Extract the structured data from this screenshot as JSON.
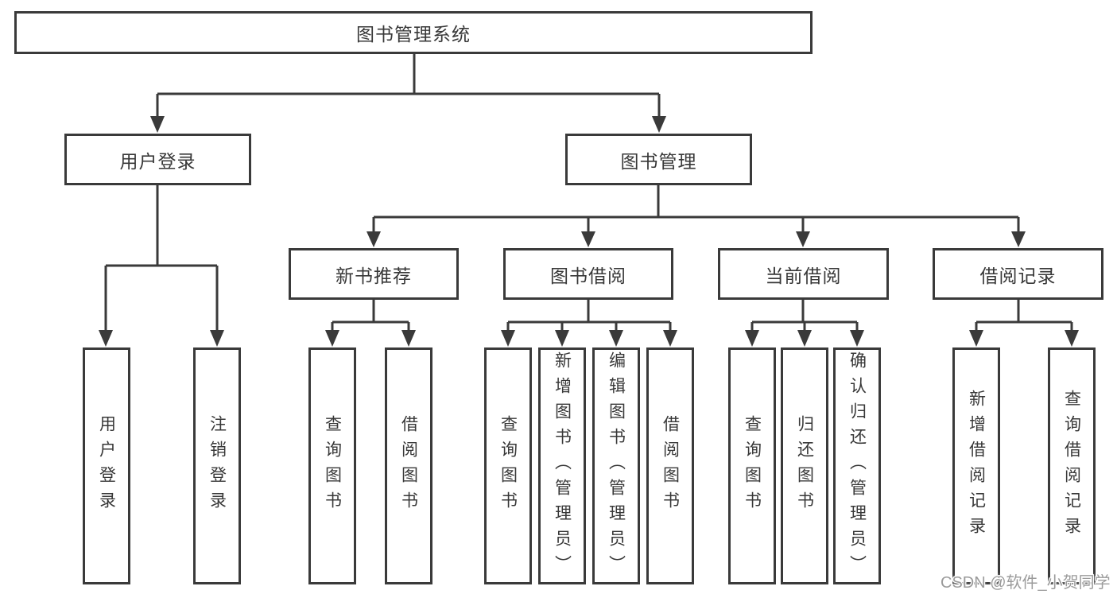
{
  "tree": {
    "root": {
      "label": "图书管理系统"
    },
    "branches": [
      {
        "label": "用户登录",
        "children": [
          {
            "label": "用户登录"
          },
          {
            "label": "注销登录"
          }
        ]
      },
      {
        "label": "图书管理",
        "children": [
          {
            "label": "新书推荐",
            "children": [
              {
                "label": "查询图书"
              },
              {
                "label": "借阅图书"
              }
            ]
          },
          {
            "label": "图书借阅",
            "children": [
              {
                "label": "查询图书"
              },
              {
                "label": "新增图书（管理员）"
              },
              {
                "label": "编辑图书（管理员）"
              },
              {
                "label": "借阅图书"
              }
            ]
          },
          {
            "label": "当前借阅",
            "children": [
              {
                "label": "查询图书"
              },
              {
                "label": "归还图书"
              },
              {
                "label": "确认归还（管理员）"
              }
            ]
          },
          {
            "label": "借阅记录",
            "children": [
              {
                "label": "新增借阅记录"
              },
              {
                "label": "查询借阅记录"
              }
            ]
          }
        ]
      }
    ]
  },
  "watermark": {
    "text": "CSDN @软件_小贺同学"
  },
  "colors": {
    "line": "#3a3a3a",
    "box_border": "#3a3a3a",
    "text": "#383838",
    "background": "#ffffff",
    "watermark": "#9b9b9b"
  }
}
